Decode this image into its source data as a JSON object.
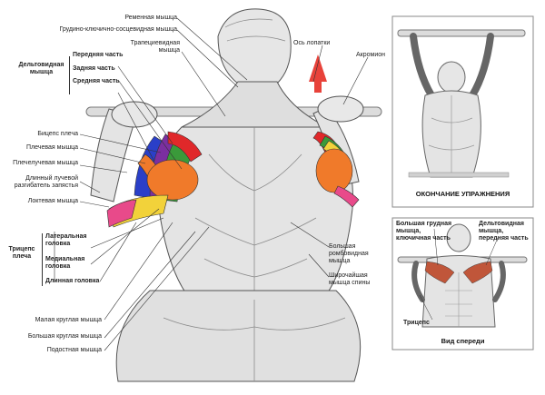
{
  "colors": {
    "front_delt": "#e0282a",
    "middle_delt": "#f07a2a",
    "rear_delt": "#f6a23c",
    "triceps_lateral": "#3a9a3a",
    "triceps_long": "#f2d23a",
    "biceps": "#7b2fa0",
    "brachialis": "#2a3fc8",
    "forearm": "#e84a8a",
    "arrow": "#e8423a",
    "skin_line": "#6a6a6a",
    "bar": "#d6d6d6"
  },
  "labels": {
    "rhomboid_belt": "Ременная мышца",
    "sternocleido": "Грудино-ключично-сосцевидная мышца",
    "trapezius": "Трапециевидная\nмышца",
    "deltoid_group": "Дельтовидная\nмышца",
    "front_part": "Передняя часть",
    "rear_part": "Задняя часть",
    "middle_part": "Средняя часть",
    "scapula_axis": "Ось лопатки",
    "acromion": "Акромион",
    "biceps": "Бицепс плеча",
    "brachialis": "Плечевая мышца",
    "brachioradialis": "Плечелучевая мышца",
    "ext_carpi": "Длинный лучевой\nразгибатель запястья",
    "anconeus": "Локтевая мышца",
    "triceps_group": "Трицепс\nплеча",
    "triceps_lateral": "Латеральная\nголовка",
    "triceps_medial": "Медиальная\nголовка",
    "triceps_long": "Длинная головка",
    "rhomboid_major": "Большая\nромбовидная\nмышца",
    "latissimus": "Широчайшая\nмышца спины",
    "teres_minor": "Малая круглая мышца",
    "teres_major": "Большая круглая мышца",
    "infraspinatus": "Подостная мышца",
    "end_caption": "ОКОНЧАНИЕ УПРАЖНЕНИЯ",
    "pec_major": "Большая грудная\nмышца,\nключичная часть",
    "delt_front_right": "Дельтовидная\nмышца,\nпередняя часть",
    "triceps_small": "Трицепс",
    "front_view": "Вид спереди"
  }
}
